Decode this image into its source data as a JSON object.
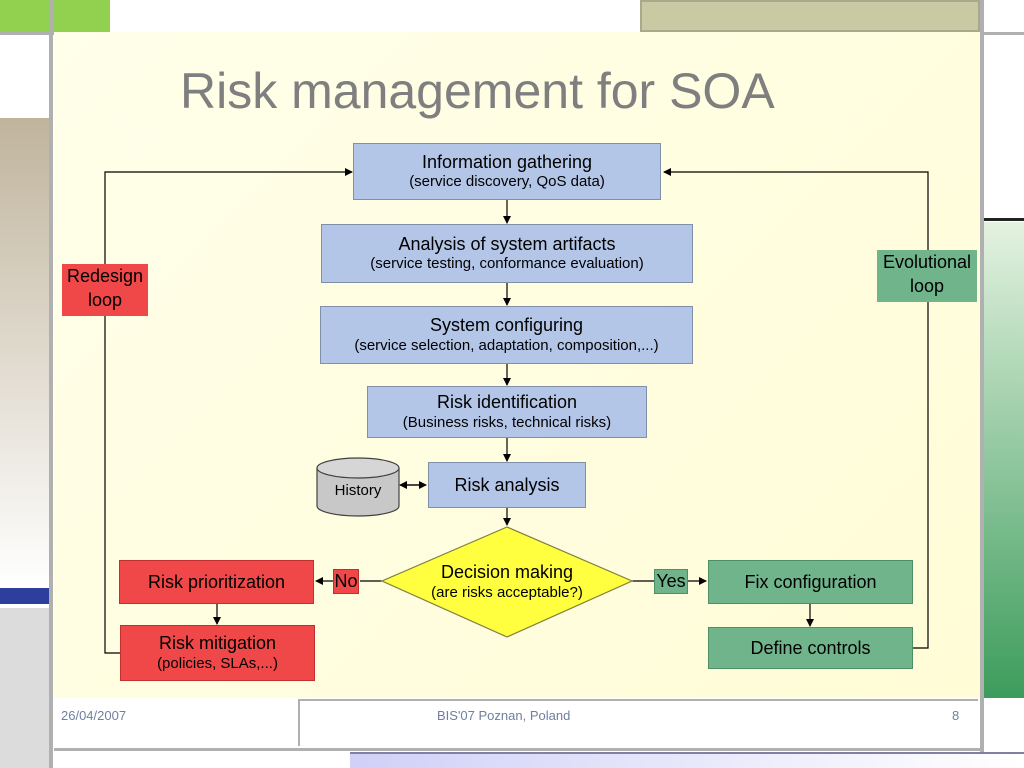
{
  "slide": {
    "title": "Risk management for SOA",
    "footer": {
      "date": "26/04/2007",
      "event": "BIS'07 Poznan, Poland",
      "page": "8"
    }
  },
  "diagram": {
    "info_gathering": {
      "main": "Information gathering",
      "sub": "(service discovery, QoS data)"
    },
    "analysis_artifacts": {
      "main": "Analysis of system artifacts",
      "sub": "(service testing, conformance evaluation)"
    },
    "system_configuring": {
      "main": "System configuring",
      "sub": "(service selection, adaptation, composition,...)"
    },
    "risk_identification": {
      "main": "Risk identification",
      "sub": "(Business risks, technical risks)"
    },
    "risk_analysis": {
      "main": "Risk analysis"
    },
    "history": {
      "main": "History"
    },
    "decision_making": {
      "main": "Decision making",
      "sub": "(are risks acceptable?)"
    },
    "no_label": "No",
    "yes_label": "Yes",
    "risk_prioritization": {
      "main": "Risk prioritization"
    },
    "risk_mitigation": {
      "main": "Risk mitigation",
      "sub": "(policies, SLAs,...)"
    },
    "fix_configuration": {
      "main": "Fix configuration"
    },
    "define_controls": {
      "main": "Define controls"
    },
    "redesign_loop": {
      "line1": "Redesign",
      "line2": "loop"
    },
    "evolutional_loop": {
      "line1": "Evolutional",
      "line2": "loop"
    }
  },
  "colors": {
    "process_box": "#b4c6e7",
    "red_box": "#f04848",
    "green_box": "#70b48c",
    "decision": "#ffff40",
    "history": "#c8c8c8",
    "title": "#7f7f7f"
  }
}
